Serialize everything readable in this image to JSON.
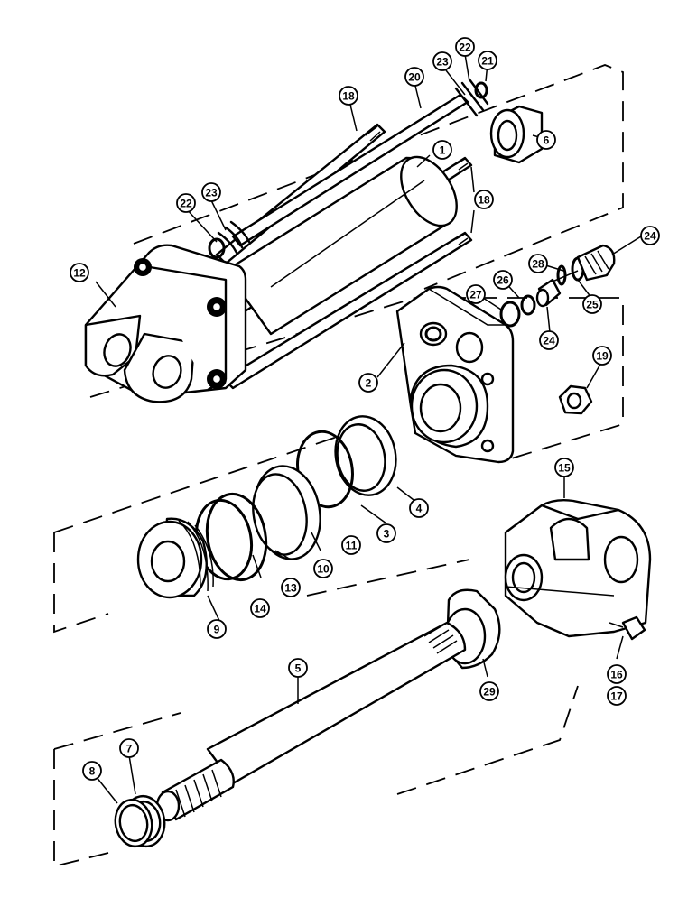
{
  "diagram": {
    "type": "exploded-parts-drawing",
    "subject": "hydraulic cylinder",
    "callouts": [
      "1",
      "2",
      "3",
      "4",
      "5",
      "6",
      "7",
      "8",
      "9",
      "10",
      "11",
      "12",
      "13",
      "14",
      "15",
      "16",
      "17",
      "18",
      "18",
      "19",
      "20",
      "21",
      "22",
      "22",
      "23",
      "23",
      "24",
      "24",
      "25",
      "26",
      "27",
      "28",
      "29"
    ]
  }
}
